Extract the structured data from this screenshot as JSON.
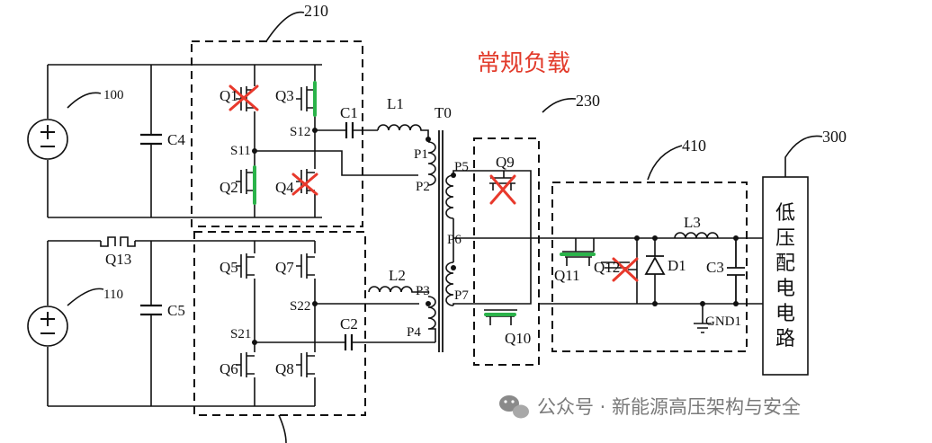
{
  "title": "常规负载",
  "refs": {
    "r210": "210",
    "r230": "230",
    "r410": "410",
    "r300": "300",
    "r100": "100",
    "r110": "110"
  },
  "caps": {
    "C4": "C4",
    "C5": "C5",
    "C1": "C1",
    "C2": "C2",
    "C3": "C3"
  },
  "inductors": {
    "L1": "L1",
    "L2": "L2",
    "L3": "L3"
  },
  "transformer": "T0",
  "ports": {
    "P1": "P1",
    "P2": "P2",
    "P3": "P3",
    "P4": "P4",
    "P5": "P5",
    "P6": "P6",
    "P7": "P7"
  },
  "switches": {
    "Q1": "Q1",
    "Q2": "Q2",
    "Q3": "Q3",
    "Q4": "Q4",
    "Q5": "Q5",
    "Q6": "Q6",
    "Q7": "Q7",
    "Q8": "Q8",
    "Q9": "Q9",
    "Q10": "Q10",
    "Q11": "Q11",
    "Q12": "Q12",
    "Q13": "Q13"
  },
  "nodes": {
    "S11": "S11",
    "S12": "S12",
    "S21": "S21",
    "S22": "S22"
  },
  "diode": "D1",
  "ground": "GND1",
  "load_box_chars": [
    "低",
    "压",
    "配",
    "电",
    "电",
    "路"
  ],
  "watermark": "公众号 · 新能源高压架构与安全",
  "colors": {
    "title": "#e23b2b",
    "cross": "#e8392c",
    "highlight": "#2bb34a",
    "line": "#111111"
  }
}
